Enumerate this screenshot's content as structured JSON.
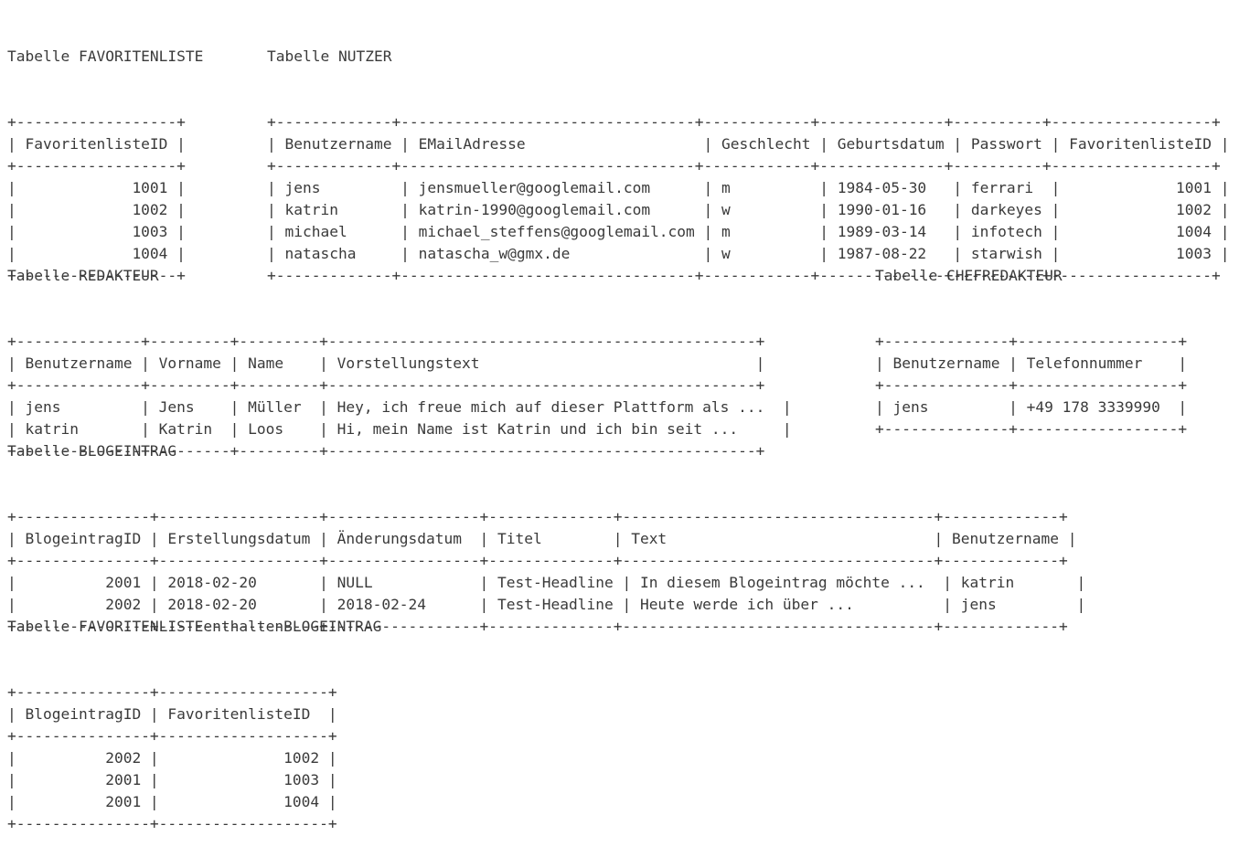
{
  "tables": {
    "favoritenliste": {
      "title": "Tabelle FAVORITENLISTE",
      "lines": [
        "+------------------+",
        "| FavoritenlisteID |",
        "+------------------+",
        "|             1001 |",
        "|             1002 |",
        "|             1003 |",
        "|             1004 |",
        "+------------------+"
      ]
    },
    "nutzer": {
      "title": "Tabelle NUTZER",
      "lines": [
        "+-------------+---------------------------------+------------+--------------+----------+------------------+",
        "| Benutzername | EMailAdresse                    | Geschlecht | Geburtsdatum | Passwort | FavoritenlisteID |",
        "+-------------+---------------------------------+------------+--------------+----------+------------------+",
        "| jens         | jensmueller@googlemail.com      | m          | 1984-05-30   | ferrari  |             1001 |",
        "| katrin       | katrin-1990@googlemail.com      | w          | 1990-01-16   | darkeyes |             1002 |",
        "| michael      | michael_steffens@googlemail.com | m          | 1989-03-14   | infotech |             1004 |",
        "| natascha     | natascha_w@gmx.de               | w          | 1987-08-22   | starwish |             1003 |",
        "+-------------+---------------------------------+------------+--------------+----------+------------------+"
      ]
    },
    "redakteur": {
      "title": "Tabelle REDAKTEUR",
      "lines": [
        "+--------------+---------+---------+------------------------------------------------+",
        "| Benutzername | Vorname | Name    | Vorstellungstext                               |",
        "+--------------+---------+---------+------------------------------------------------+",
        "| jens         | Jens    | Müller  | Hey, ich freue mich auf dieser Plattform als ...  |",
        "| katrin       | Katrin  | Loos    | Hi, mein Name ist Katrin und ich bin seit ...     |",
        "+--------------+---------+---------+------------------------------------------------+"
      ]
    },
    "chefredakteur": {
      "title": "Tabelle CHEFREDAKTEUR",
      "lines": [
        "+--------------+------------------+",
        "| Benutzername | Telefonnummer    |",
        "+--------------+------------------+",
        "| jens         | +49 178 3339990  |",
        "+--------------+------------------+"
      ]
    },
    "blogeintrag": {
      "title": "Tabelle BLOGEINTRAG",
      "lines": [
        "+---------------+------------------+-----------------+--------------+-----------------------------------+-------------+",
        "| BlogeintragID | Erstellungsdatum | Änderungsdatum  | Titel        | Text                              | Benutzername |",
        "+---------------+------------------+-----------------+--------------+-----------------------------------+-------------+",
        "|          2001 | 2018-02-20       | NULL            | Test-Headline | In diesem Blogeintrag möchte ...  | katrin       |",
        "|          2002 | 2018-02-20       | 2018-02-24      | Test-Headline | Heute werde ich über ...          | jens         |",
        "+---------------+------------------+-----------------+--------------+-----------------------------------+-------------+"
      ]
    },
    "favoritenliste_blogeintrag": {
      "title": "Tabelle FAVORITENLISTEenthaltenBLOGEINTRAG",
      "lines": [
        "+---------------+-------------------+",
        "| BlogeintragID | FavoritenlisteID  |",
        "+---------------+-------------------+",
        "|          2002 |              1002 |",
        "|          2001 |              1003 |",
        "|          2001 |              1004 |",
        "+---------------+-------------------+"
      ]
    }
  }
}
